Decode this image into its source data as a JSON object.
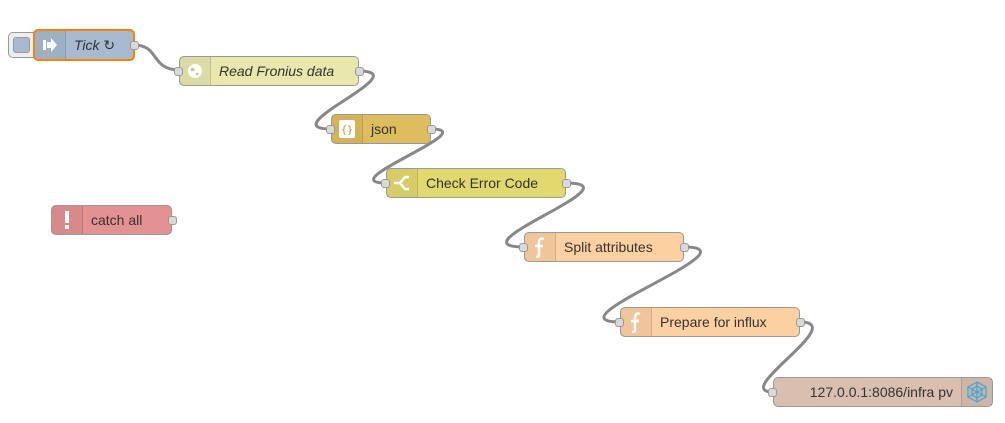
{
  "colors": {
    "inject": "#a6bbcf",
    "http_request": "#e7e7ae",
    "json": "#debd5c",
    "switch": "#e2d96e",
    "function": "#fdd0a2",
    "catch": "#e49191",
    "influxdb": "#d8bfb0",
    "wire": "#888888",
    "selection": "#ff7f0e"
  },
  "nodes": {
    "tick": {
      "label": "Tick ↻",
      "icon": "inject-arrow-icon"
    },
    "read_fronius": {
      "label": "Read Fronius data",
      "icon": "globe-icon"
    },
    "json": {
      "label": "json",
      "icon": "braces-icon"
    },
    "check_error": {
      "label": "Check Error Code",
      "icon": "switch-icon"
    },
    "split_attributes": {
      "label": "Split attributes",
      "icon": "function-icon"
    },
    "prepare_influx": {
      "label": "Prepare for influx",
      "icon": "function-icon"
    },
    "influxdb_out": {
      "label": "127.0.0.1:8086/infra pv",
      "icon": "influxdb-icon"
    },
    "catch_all": {
      "label": "catch all",
      "icon": "exclamation-icon"
    }
  }
}
